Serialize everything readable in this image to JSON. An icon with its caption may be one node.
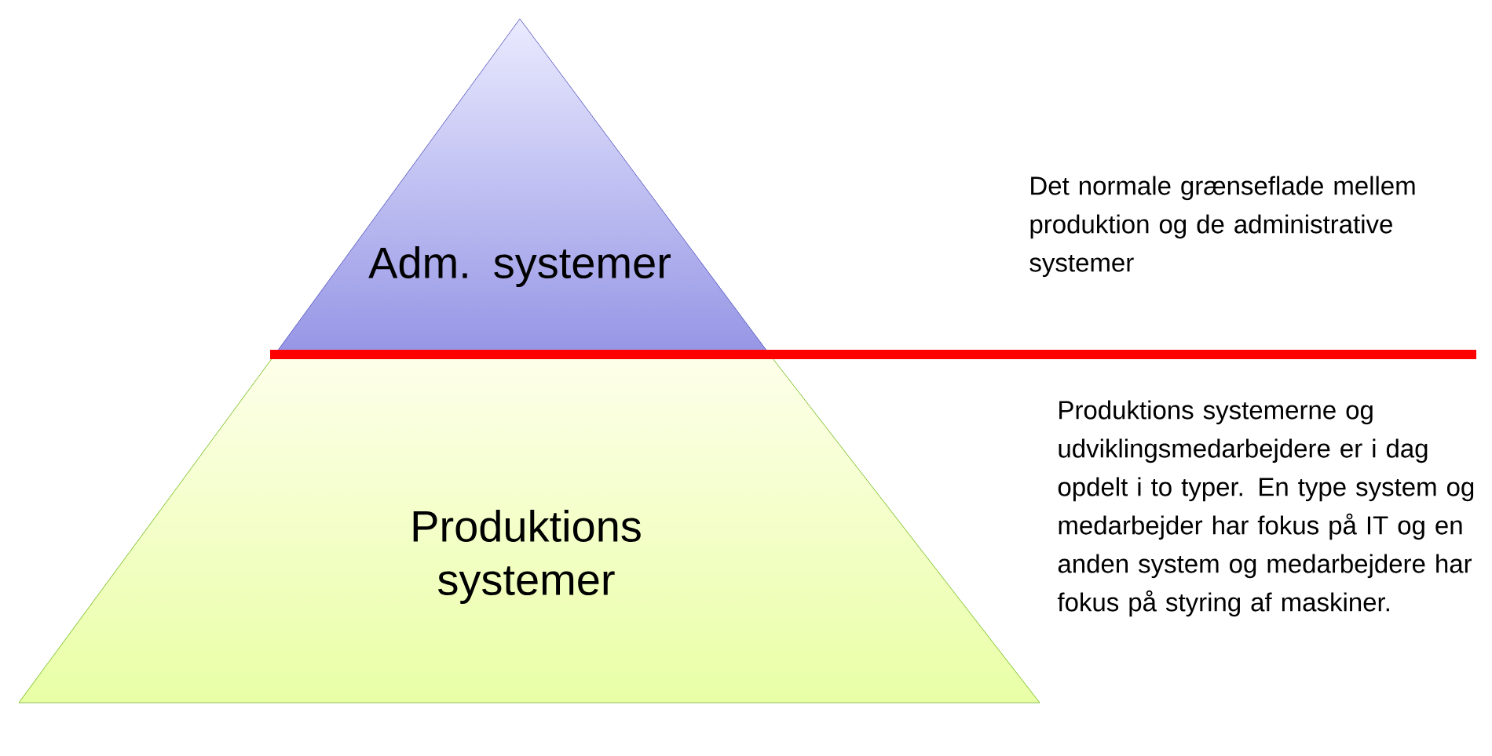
{
  "diagram": {
    "nodes": [
      {
        "text": [
          "Adm. systemer"
        ]
      },
      {
        "text": [
          "Produktions systemer"
        ]
      }
    ],
    "labels": [
      "Det normale grænseflade mellem produktion og de administrative systemer",
      "Produktions systemerne og udviklingsmedarbejdere er i dag opdelt i to typer. En type system og medarbejder har fokus på IT og en anden system og medarbejdere har fokus på styring af maskiner."
    ]
  }
}
